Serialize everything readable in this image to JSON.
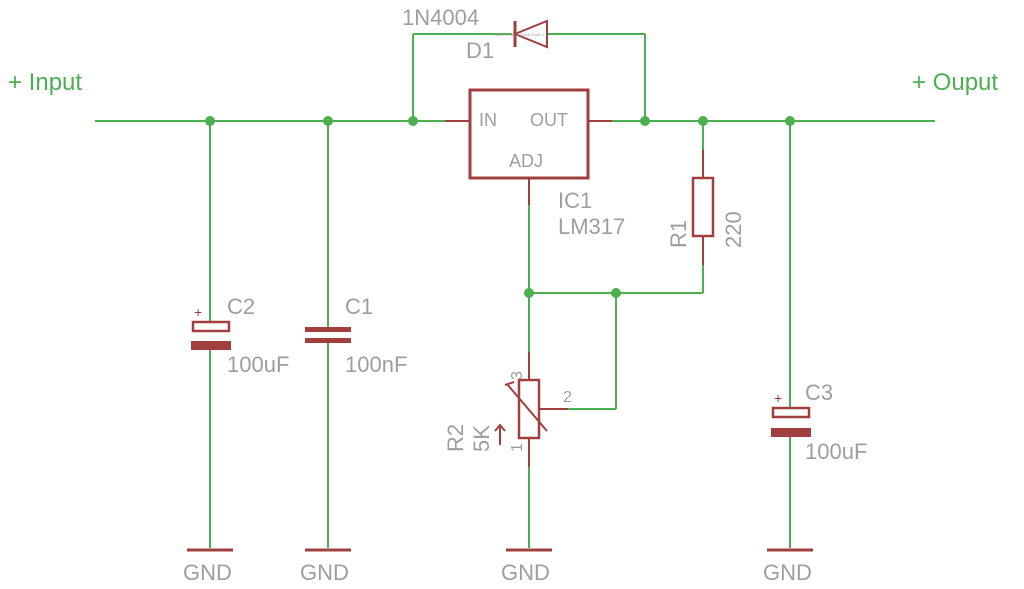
{
  "nets": {
    "input": "+ Input",
    "output": "+ Ouput"
  },
  "ic1": {
    "name": "IC1",
    "value": "LM317",
    "pin_in": "IN",
    "pin_out": "OUT",
    "pin_adj": "ADJ"
  },
  "d1": {
    "name": "D1",
    "value": "1N4004",
    "pin_labels": "Spice Order 1 Spice Order 2"
  },
  "c1": {
    "name": "C1",
    "value": "100nF"
  },
  "c2": {
    "name": "C2",
    "value": "100uF",
    "polarity": "+"
  },
  "c3": {
    "name": "C3",
    "value": "100uF",
    "polarity": "+"
  },
  "r1": {
    "name": "R1",
    "value": "220"
  },
  "r2": {
    "name": "R2",
    "value": "5K",
    "pin1": "1",
    "pin2": "2",
    "pin3": "3"
  },
  "gnd": {
    "label": "GND"
  },
  "colors": {
    "wire": "#4caf50",
    "component": "#a13f3f",
    "text": "#9e9e9e",
    "background": "#ffffff"
  }
}
